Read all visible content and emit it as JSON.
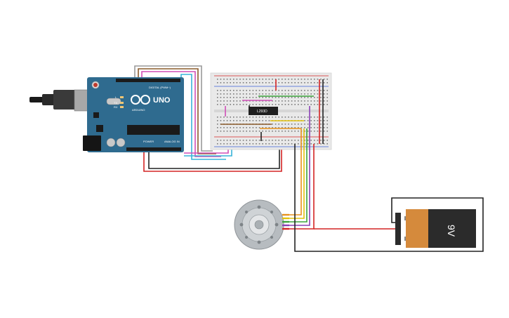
{
  "arduino": {
    "brand": "ARDUINO",
    "model": "UNO",
    "digital_label": "DIGITAL (PWM~)",
    "power_label": "POWER",
    "analog_label": "ANALOG IN",
    "led_label": "L",
    "tx_label": "TX",
    "rx_label": "RX"
  },
  "breadboard": {
    "chip_label": "L293D"
  },
  "battery": {
    "voltage_label": "9V"
  },
  "colors": {
    "arduino_board": "#2f6b8f",
    "breadboard": "#e9e9e9",
    "battery_body": "#d58a3c",
    "battery_label": "#2b2b2b",
    "motor_body": "#b7bcc0",
    "wire_red": "#d42424",
    "wire_black": "#222222",
    "wire_orange": "#e8921d",
    "wire_yellow": "#e2c20c",
    "wire_green": "#3aa33a",
    "wire_purple": "#8a3fb5",
    "wire_cyan": "#38b3d9",
    "wire_pink": "#d04fb7",
    "wire_brown": "#8a5a2b",
    "wire_gray": "#9a9a9a"
  }
}
